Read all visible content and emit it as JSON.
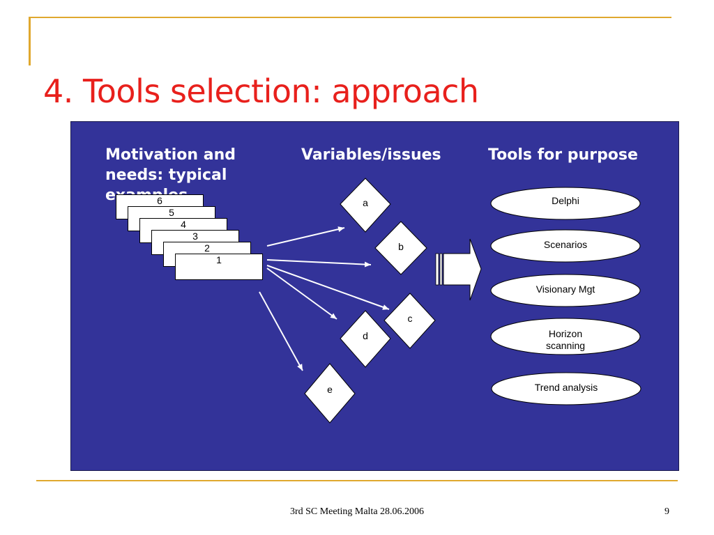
{
  "slide": {
    "title": "4. Tools selection: approach",
    "footer": "3rd SC Meeting Malta 28.06.2006",
    "page_number": "9"
  },
  "colors": {
    "accent_line": "#e0a82e",
    "title_red": "#e8201c",
    "panel_blue": "#333399"
  },
  "diagram": {
    "headings": {
      "motivation": "Motivation and needs: typical examples",
      "variables": "Variables/issues",
      "tools": "Tools for purpose"
    },
    "cards": [
      "1",
      "2",
      "3",
      "4",
      "5",
      "6"
    ],
    "variables": [
      "a",
      "b",
      "c",
      "d",
      "e"
    ],
    "tools": [
      "Delphi",
      "Scenarios",
      "Visionary Mgt",
      "Horizon scanning",
      "Trend analysis"
    ]
  }
}
